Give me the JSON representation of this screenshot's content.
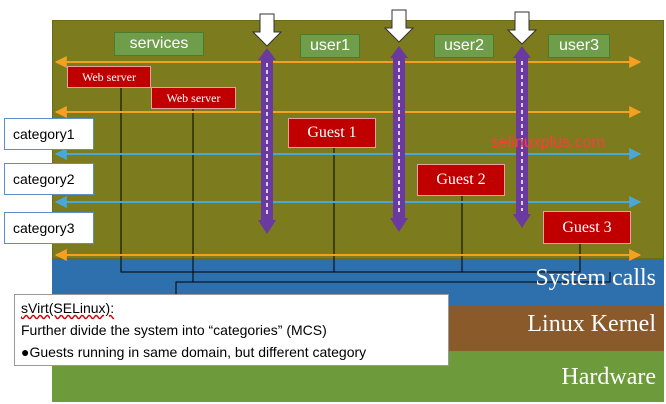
{
  "layers": {
    "system_calls": "System calls",
    "linux_kernel": "Linux Kernel",
    "hardware": "Hardware"
  },
  "domains": {
    "services": "services",
    "user1": "user1",
    "user2": "user2",
    "user3": "user3"
  },
  "web_servers": [
    "Web server",
    "Web server"
  ],
  "guests": [
    "Guest 1",
    "Guest 2",
    "Guest 3"
  ],
  "categories": [
    "category1",
    "category2",
    "category3"
  ],
  "watermark": "selinuxplus.com",
  "note": {
    "line1": "sVirt(SELinux):",
    "line2": "Further divide the system into “categories” (MCS)",
    "line3": "●Guests running  in same domain, but different category"
  },
  "colors": {
    "olive": "#7c7b1e",
    "system_calls": "#2e6fad",
    "kernel": "#8b5a2b",
    "hardware": "#6d9a3b",
    "domain_box": "#6f9e4a",
    "guest_box": "#c00000",
    "orange_line": "#f4a020",
    "category_line": "#4aa8d8",
    "purple_arrow": "#6b3aa0"
  }
}
